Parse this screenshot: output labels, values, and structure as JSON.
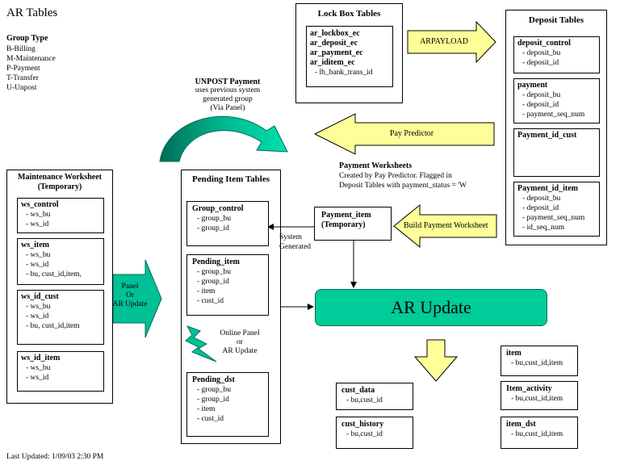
{
  "header": {
    "title": "AR Tables",
    "group_type_title": "Group Type",
    "group_types": [
      "B-Billing",
      "M-Maintenance",
      "P-Payment",
      "T-Transfer",
      "U-Unpost"
    ]
  },
  "footer": {
    "last_updated": "Last Updated: 1/09/03 2:30 PM"
  },
  "lockbox": {
    "title": "Lock Box Tables",
    "tables": [
      "ar_lockbox_ec",
      "ar_deposit_ec",
      "ar_payment_ec",
      "ar_iditem_ec"
    ],
    "field": "- lb_bank_trans_id"
  },
  "deposit": {
    "title": "Deposit Tables",
    "tables": [
      {
        "name": "deposit_control",
        "fields": [
          "- deposit_bu",
          "- deposit_id"
        ]
      },
      {
        "name": "payment",
        "fields": [
          "- deposit_bu",
          "- deposit_id",
          "- payment_seq_num"
        ]
      },
      {
        "name": "Payment_id_cust",
        "fields": []
      },
      {
        "name": "Payment_id_item",
        "fields": [
          "- deposit_bu",
          "- deposit_id",
          "- payment_seq_num",
          "- id_seq_num"
        ]
      }
    ]
  },
  "arrows": {
    "arpayload": "ARPAYLOAD",
    "pay_predictor": "Pay Predictor",
    "build_payment_worksheet": "Build Payment Worksheet",
    "panel_or_ar_update": [
      "Panel",
      "Or",
      "AR Update"
    ]
  },
  "unpost": {
    "title": "UNPOST Payment",
    "lines": [
      "uses previous system",
      "generated group",
      "(Via Panel)"
    ]
  },
  "payment_worksheets": {
    "title": "Payment Worksheets",
    "lines": [
      "Created by Pay Predictor. Flagged in",
      "Deposit Tables with payment_status = 'W"
    ]
  },
  "maintenance": {
    "title": "Maintenance Worksheet",
    "subtitle": "(Temporary)",
    "tables": [
      {
        "name": "ws_control",
        "fields": [
          "- ws_bu",
          "- ws_id"
        ]
      },
      {
        "name": "ws_item",
        "fields": [
          "- ws_bu",
          "- ws_id",
          "- bu, cust_id,item,"
        ]
      },
      {
        "name": "ws_id_cust",
        "fields": [
          "- ws_bu",
          "- ws_id",
          "- bu, cust_id,item"
        ]
      },
      {
        "name": "ws_id_item",
        "fields": [
          "- ws_bu",
          "- ws_id"
        ]
      }
    ]
  },
  "pending": {
    "title": "Pending Item Tables",
    "tables": [
      {
        "name": "Group_control",
        "fields": [
          "- group_bu",
          "- group_id"
        ]
      },
      {
        "name": "Pending_item",
        "fields": [
          "- group_bu",
          "- group_id",
          "- item",
          "- cust_id"
        ]
      },
      {
        "name": "Pending_dst",
        "fields": [
          "- group_bu",
          "- group_id",
          "- item",
          "- cust_id"
        ]
      }
    ],
    "online_panel": [
      "Online Panel",
      "or",
      "AR Update"
    ]
  },
  "payment_item": {
    "name": "Payment_item",
    "subtitle": "(Temporary)"
  },
  "system_generated": [
    "System",
    "Generated"
  ],
  "ar_update": {
    "label": "AR Update"
  },
  "outputs": [
    {
      "name": "cust_data",
      "field": "- bu,cust_id"
    },
    {
      "name": "cust_history",
      "field": "- bu,cust_id"
    },
    {
      "name": "item",
      "field": "- bu,cust_id,item"
    },
    {
      "name": "Item_activity",
      "field": "- bu,cust_id,item"
    },
    {
      "name": "item_dst",
      "field": "- bu,cust_id,item"
    }
  ],
  "colors": {
    "yellow": "#ffff99",
    "teal": "#00c096",
    "teal_dark": "#008a6a",
    "green": "#00cc99"
  }
}
